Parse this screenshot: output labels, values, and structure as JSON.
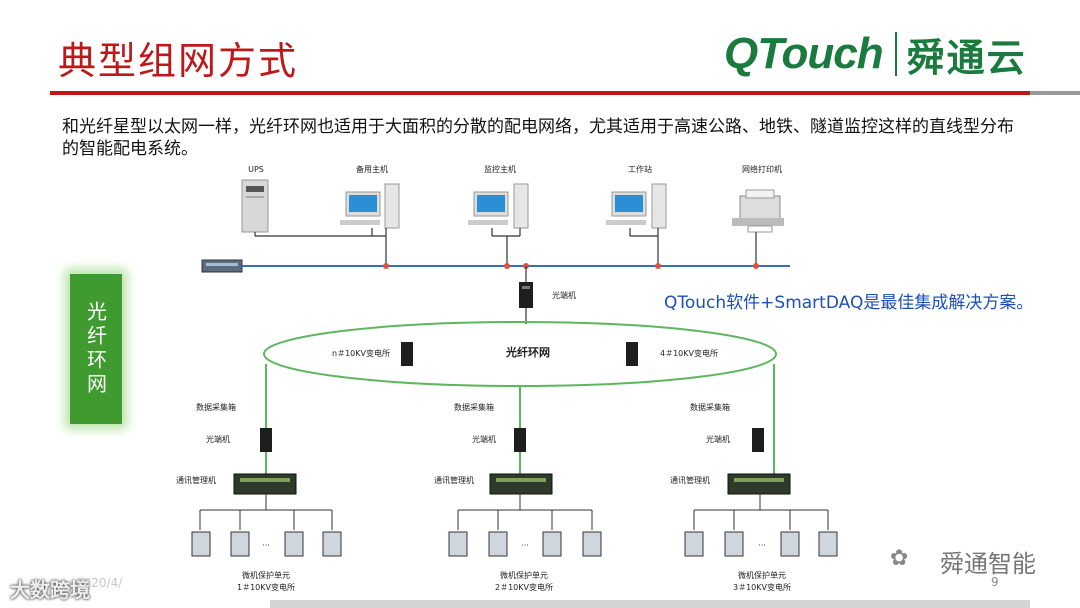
{
  "title": "典型组网方式",
  "logo": {
    "brand": "QTouch",
    "cn": "舜通云"
  },
  "intro": "和光纤星型以太网一样，光纤环网也适用于大面积的分散的配电网络，尤其适用于高速公路、地铁、隧道监控这样的直线型分布的智能配电系统。",
  "side_label": "光纤环网",
  "note": "QTouch软件+SmartDAQ是最佳集成解决方案。",
  "top_devices": {
    "ups": "UPS",
    "backup_host": "备用主机",
    "monitor_host": "监控主机",
    "workstation": "工作站",
    "printer": "网络打印机"
  },
  "optical_terminal": "光端机",
  "ring": {
    "center": "光纤环网",
    "left_station": "n＃10KV变电所",
    "right_station": "4＃10KV变电所"
  },
  "branch": {
    "collector": "数据采集箱",
    "terminal": "光端机",
    "manager": "通讯管理机",
    "protect_unit": "微机保护单元",
    "dots": "···"
  },
  "stations": [
    "1＃10KV变电所",
    "2＃10KV变电所",
    "3＃10KV变电所"
  ],
  "watermark": "舜通智能",
  "watermark2": "大数跨境",
  "watermark2_date": "2020/4/",
  "page_number": "9"
}
